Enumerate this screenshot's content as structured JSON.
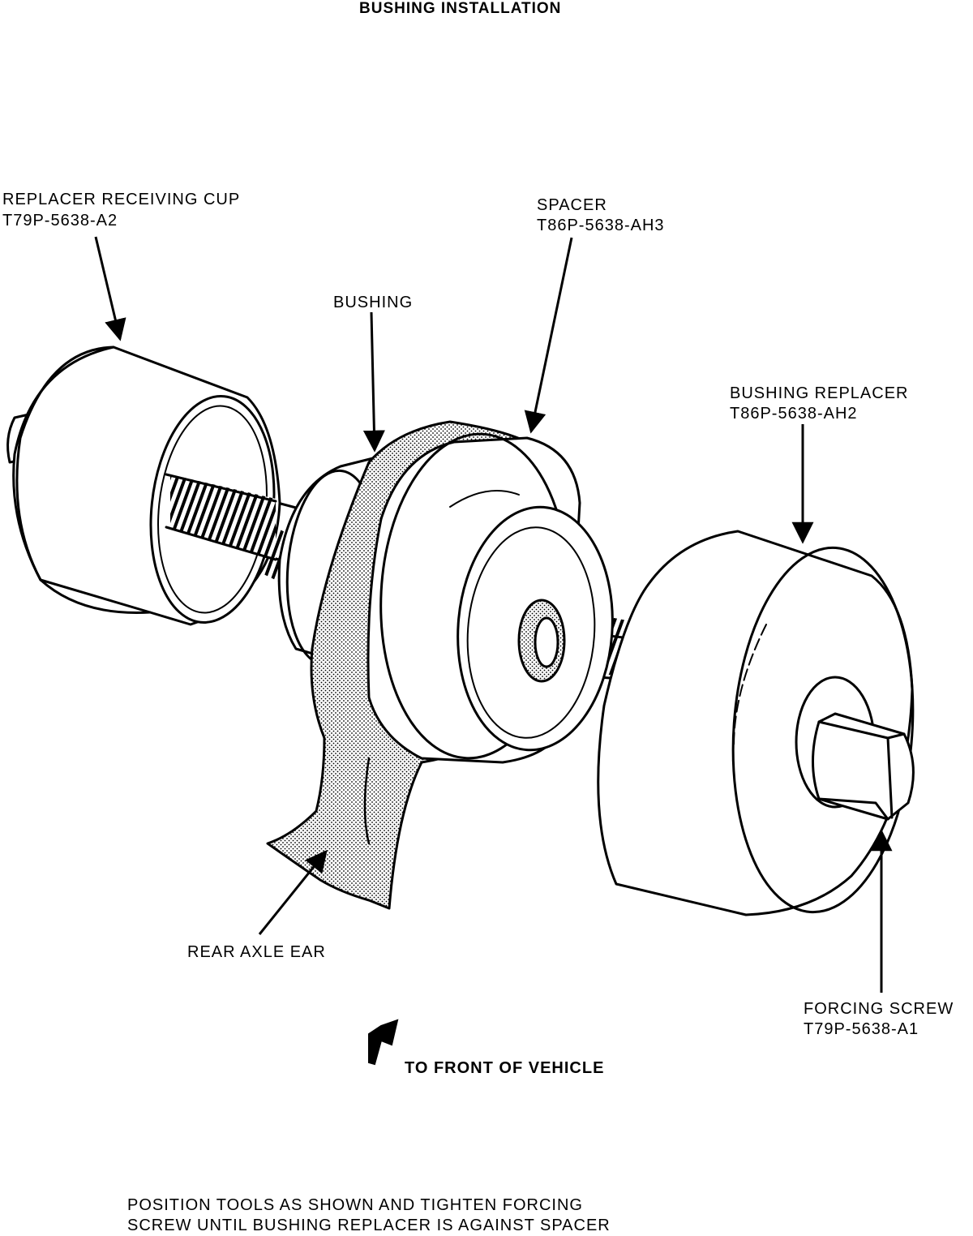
{
  "title": "BUSHING INSTALLATION",
  "labels": {
    "receiving_cup": {
      "name": "REPLACER RECEIVING CUP",
      "part": "T79P-5638-A2"
    },
    "spacer": {
      "name": "SPACER",
      "part": "T86P-5638-AH3"
    },
    "bushing": {
      "name": "BUSHING"
    },
    "bushing_replacer": {
      "name": "BUSHING REPLACER",
      "part": "T86P-5638-AH2"
    },
    "rear_axle_ear": {
      "name": "REAR AXLE EAR"
    },
    "forcing_screw": {
      "name": "FORCING SCREW",
      "part": "T79P-5638-A1"
    },
    "direction": "TO FRONT OF VEHICLE"
  },
  "note": {
    "line1": "POSITION TOOLS AS SHOWN AND TIGHTEN FORCING",
    "line2": "SCREW UNTIL BUSHING REPLACER IS AGAINST SPACER"
  }
}
